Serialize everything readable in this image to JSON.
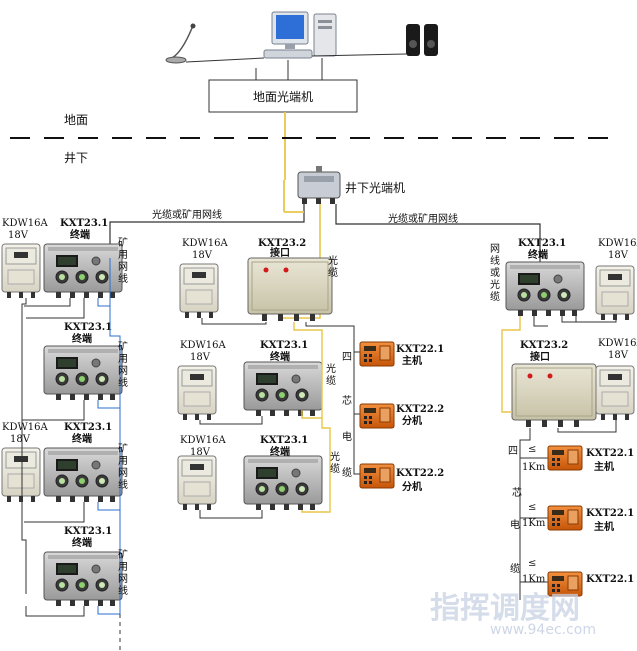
{
  "surface": {
    "host_label": "地面光端机",
    "ground_label": "地面",
    "underground_label": "井下"
  },
  "underground_host": {
    "label": "井下光端机"
  },
  "links": {
    "left_trunk": "光缆或矿用网线",
    "right_trunk": "光缆或矿用网线",
    "mine_cable": "矿用网线",
    "mine_cable_chars": [
      "矿",
      "用",
      "网",
      "线"
    ],
    "fiber_chars": [
      "光",
      "缆"
    ],
    "net_or_fiber_chars": [
      "网",
      "线",
      "或",
      "光",
      "缆"
    ],
    "four_core_chars": [
      "四",
      "芯",
      "电",
      "缆"
    ],
    "distance": "≤1Km",
    "distance_sym": "≤",
    "distance_val": "1Km"
  },
  "devices": {
    "power_model": "KDW16A",
    "power_volt": "18V",
    "terminal_model": "KXT23.1",
    "terminal_name": "终端",
    "interface_model": "KXT23.2",
    "interface_name": "接口",
    "host_model": "KXT22.1",
    "host_name": "主机",
    "ext_model": "KXT22.2",
    "ext_name": "分机"
  },
  "watermark": {
    "text": "指挥调度网",
    "url": "www.94ec.com"
  },
  "colors": {
    "fiber": "#e8c64a",
    "net": "#2a6fd0",
    "cable": "#333333",
    "box": "#c8c8c8",
    "phone": "#e06a10"
  }
}
